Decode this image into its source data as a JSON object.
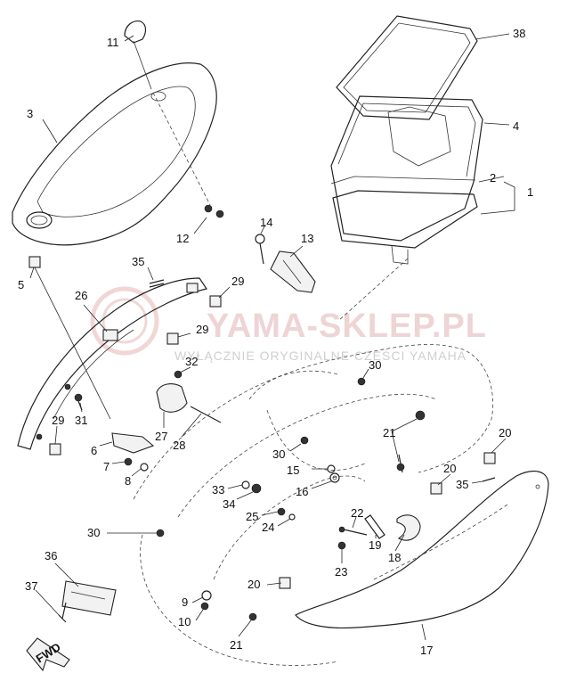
{
  "watermark": {
    "line1": "YAMA-SKLEP.PL",
    "line2": "WYŁĄCZNIE ORYGINALNE CZĘŚCI YAMAHA"
  },
  "fwd_label": "FWD",
  "callouts": [
    {
      "id": "c11",
      "label": "11"
    },
    {
      "id": "c3",
      "label": "3"
    },
    {
      "id": "c12",
      "label": "12"
    },
    {
      "id": "c5",
      "label": "5"
    },
    {
      "id": "c38",
      "label": "38"
    },
    {
      "id": "c4",
      "label": "4"
    },
    {
      "id": "c2",
      "label": "2"
    },
    {
      "id": "c1",
      "label": "1"
    },
    {
      "id": "c14",
      "label": "14"
    },
    {
      "id": "c13",
      "label": "13"
    },
    {
      "id": "c35a",
      "label": "35"
    },
    {
      "id": "c29a",
      "label": "29"
    },
    {
      "id": "c26",
      "label": "26"
    },
    {
      "id": "c29b",
      "label": "29"
    },
    {
      "id": "c32",
      "label": "32"
    },
    {
      "id": "c30a",
      "label": "30"
    },
    {
      "id": "c31",
      "label": "31"
    },
    {
      "id": "c29c",
      "label": "29"
    },
    {
      "id": "c27",
      "label": "27"
    },
    {
      "id": "c28",
      "label": "28"
    },
    {
      "id": "c6",
      "label": "6"
    },
    {
      "id": "c7",
      "label": "7"
    },
    {
      "id": "c8",
      "label": "8"
    },
    {
      "id": "c30b",
      "label": "30"
    },
    {
      "id": "c21a",
      "label": "21"
    },
    {
      "id": "c20a",
      "label": "20"
    },
    {
      "id": "c15",
      "label": "15"
    },
    {
      "id": "c16",
      "label": "16"
    },
    {
      "id": "c33",
      "label": "33"
    },
    {
      "id": "c34",
      "label": "34"
    },
    {
      "id": "c20b",
      "label": "20"
    },
    {
      "id": "c35b",
      "label": "35"
    },
    {
      "id": "c25",
      "label": "25"
    },
    {
      "id": "c24",
      "label": "24"
    },
    {
      "id": "c22",
      "label": "22"
    },
    {
      "id": "c30c",
      "label": "30"
    },
    {
      "id": "c19",
      "label": "19"
    },
    {
      "id": "c23",
      "label": "23"
    },
    {
      "id": "c18",
      "label": "18"
    },
    {
      "id": "c36",
      "label": "36"
    },
    {
      "id": "c37",
      "label": "37"
    },
    {
      "id": "c20c",
      "label": "20"
    },
    {
      "id": "c9",
      "label": "9"
    },
    {
      "id": "c10",
      "label": "10"
    },
    {
      "id": "c21b",
      "label": "21"
    },
    {
      "id": "c17",
      "label": "17"
    }
  ]
}
